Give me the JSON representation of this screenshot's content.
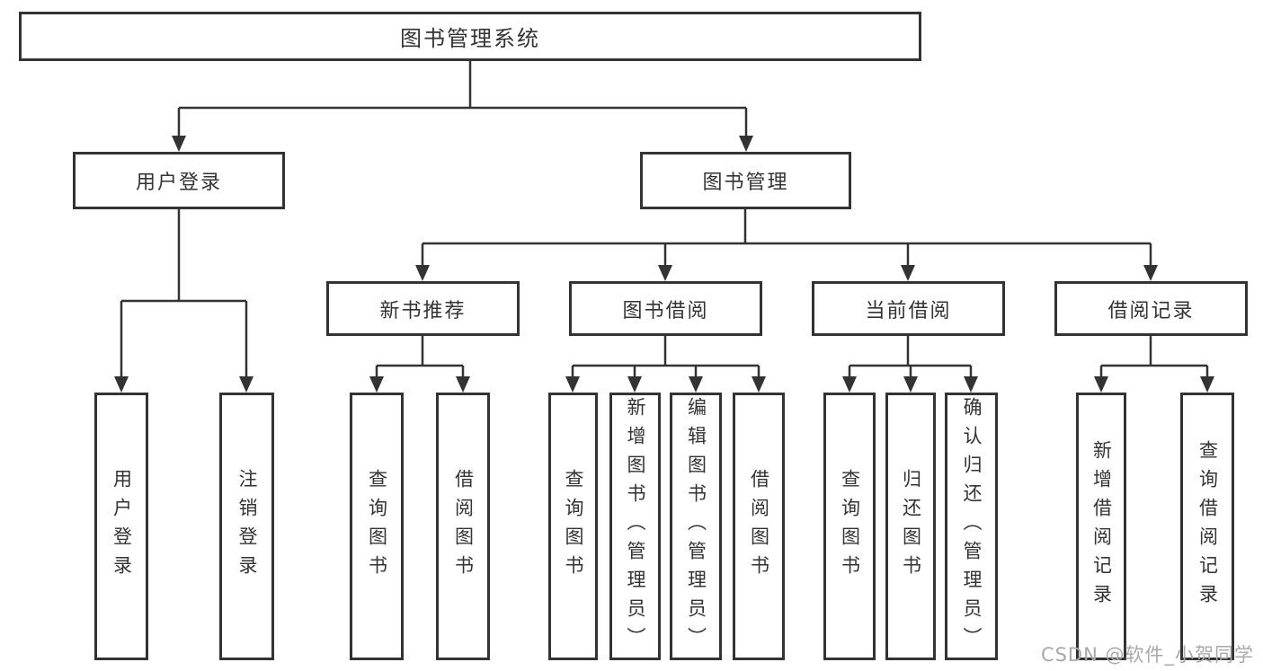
{
  "diagram": {
    "title": "图书管理系统",
    "watermark": "CSDN @软件_小贺同学",
    "colors": {
      "line": "#333333",
      "box_border": "#333333",
      "text": "#333333",
      "watermark": "#a9a9a9",
      "background": "#ffffff"
    }
  },
  "nodes": {
    "root": "图书管理系统",
    "login": "用户登录",
    "mgmt": "图书管理",
    "new_rec": "新书推荐",
    "borrow": "图书借阅",
    "current": "当前借阅",
    "records": "借阅记录",
    "user_login": "用户登录",
    "logout": "注销登录",
    "nb_query": "查询图书",
    "nb_borrow": "借阅图书",
    "bb_query": "查询图书",
    "bb_add": "新增图书（管理员）",
    "bb_edit": "编辑图书（管理员）",
    "bb_borrow": "借阅图书",
    "cb_query": "查询图书",
    "cb_return": "归还图书",
    "cb_confirm": "确认归还（管理员）",
    "rec_add": "新增借阅记录",
    "rec_query": "查询借阅记录"
  },
  "structure": {
    "图书管理系统": {
      "用户登录": [
        "用户登录",
        "注销登录"
      ],
      "图书管理": {
        "新书推荐": [
          "查询图书",
          "借阅图书"
        ],
        "图书借阅": [
          "查询图书",
          "新增图书（管理员）",
          "编辑图书（管理员）",
          "借阅图书"
        ],
        "当前借阅": [
          "查询图书",
          "归还图书",
          "确认归还（管理员）"
        ],
        "借阅记录": [
          "新增借阅记录",
          "查询借阅记录"
        ]
      }
    }
  }
}
